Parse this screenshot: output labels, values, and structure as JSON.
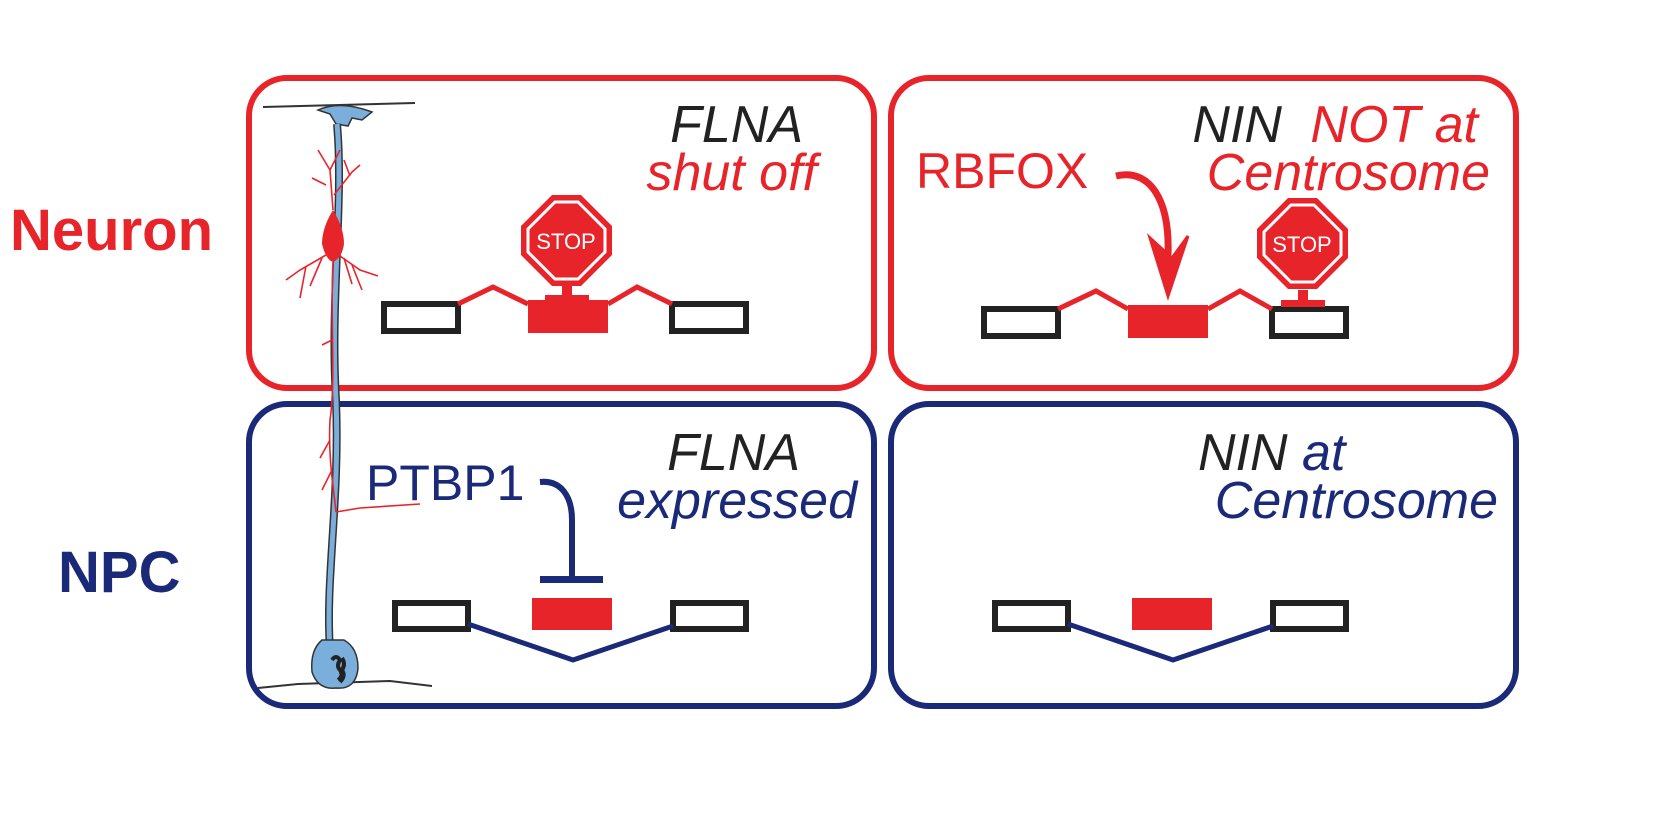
{
  "colors": {
    "neuron_red": "#e8242b",
    "npc_blue": "#1b2a78",
    "exon_black": "#222222",
    "cell_blue": "#7aaedb",
    "text_black": "#222222"
  },
  "rows": {
    "neuron": {
      "label": "Neuron"
    },
    "npc": {
      "label": "NPC"
    }
  },
  "panels": {
    "neuron_flna": {
      "title_line1": "FLNA",
      "title_line2": "shut off",
      "stop_label": "STOP"
    },
    "neuron_nin": {
      "title_line1_a": "NIN",
      "title_line1_b": "NOT at",
      "title_line2": "Centrosome",
      "regulator": "RBFOX",
      "stop_label": "STOP"
    },
    "npc_flna": {
      "title_line1": "FLNA",
      "title_line2": "expressed",
      "regulator": "PTBP1"
    },
    "npc_nin": {
      "title_line1": "NIN at",
      "title_line2": "Centrosome"
    }
  }
}
